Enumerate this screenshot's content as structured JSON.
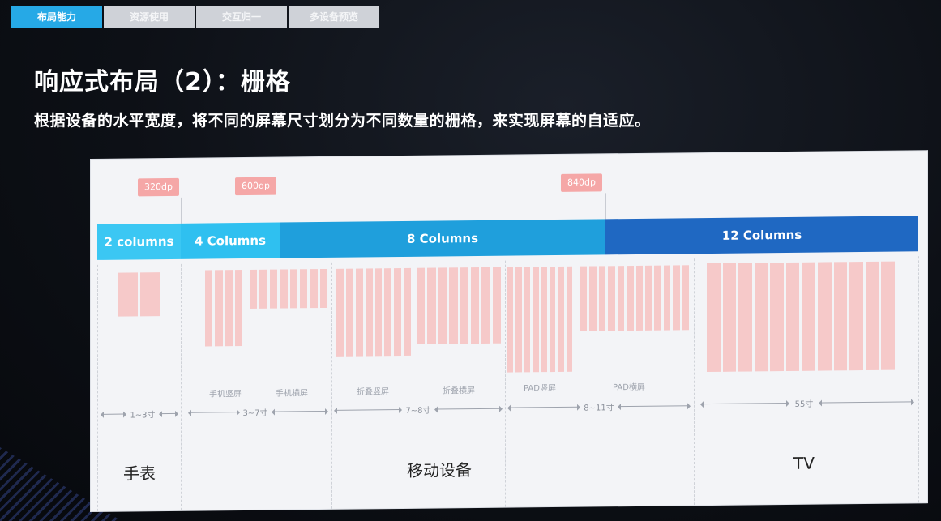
{
  "tabs": [
    "布局能力",
    "资源使用",
    "交互归一",
    "多设备预览"
  ],
  "title": "响应式布局（2）：栅格",
  "subtitle": "根据设备的水平宽度，将不同的屏幕尺寸划分为不同数量的栅格，来实现屏幕的自适应。",
  "breakpoints": [
    "320dp",
    "600dp",
    "840dp"
  ],
  "column_bars": [
    "2 columns",
    "4 Columns",
    "8 Columns",
    "12 Columns"
  ],
  "devices": {
    "phone_portrait": "手机竖屏",
    "phone_landscape": "手机横屏",
    "fold_portrait": "折叠竖屏",
    "fold_landscape": "折叠横屏",
    "pad_portrait": "PAD竖屏",
    "pad_landscape": "PAD横屏"
  },
  "sizes": [
    "1~3寸",
    "3~7寸",
    "7~8寸",
    "8~11寸",
    "55寸"
  ],
  "categories": [
    "手表",
    "移动设备",
    "TV"
  ],
  "colors": {
    "tab_active": "#26a9e6",
    "cols2": "#3bc7f3",
    "cols8": "#1f9fdc",
    "cols12": "#1f68c2",
    "grid": "#f6c9c9",
    "breakpoint": "#f5a7a7"
  }
}
